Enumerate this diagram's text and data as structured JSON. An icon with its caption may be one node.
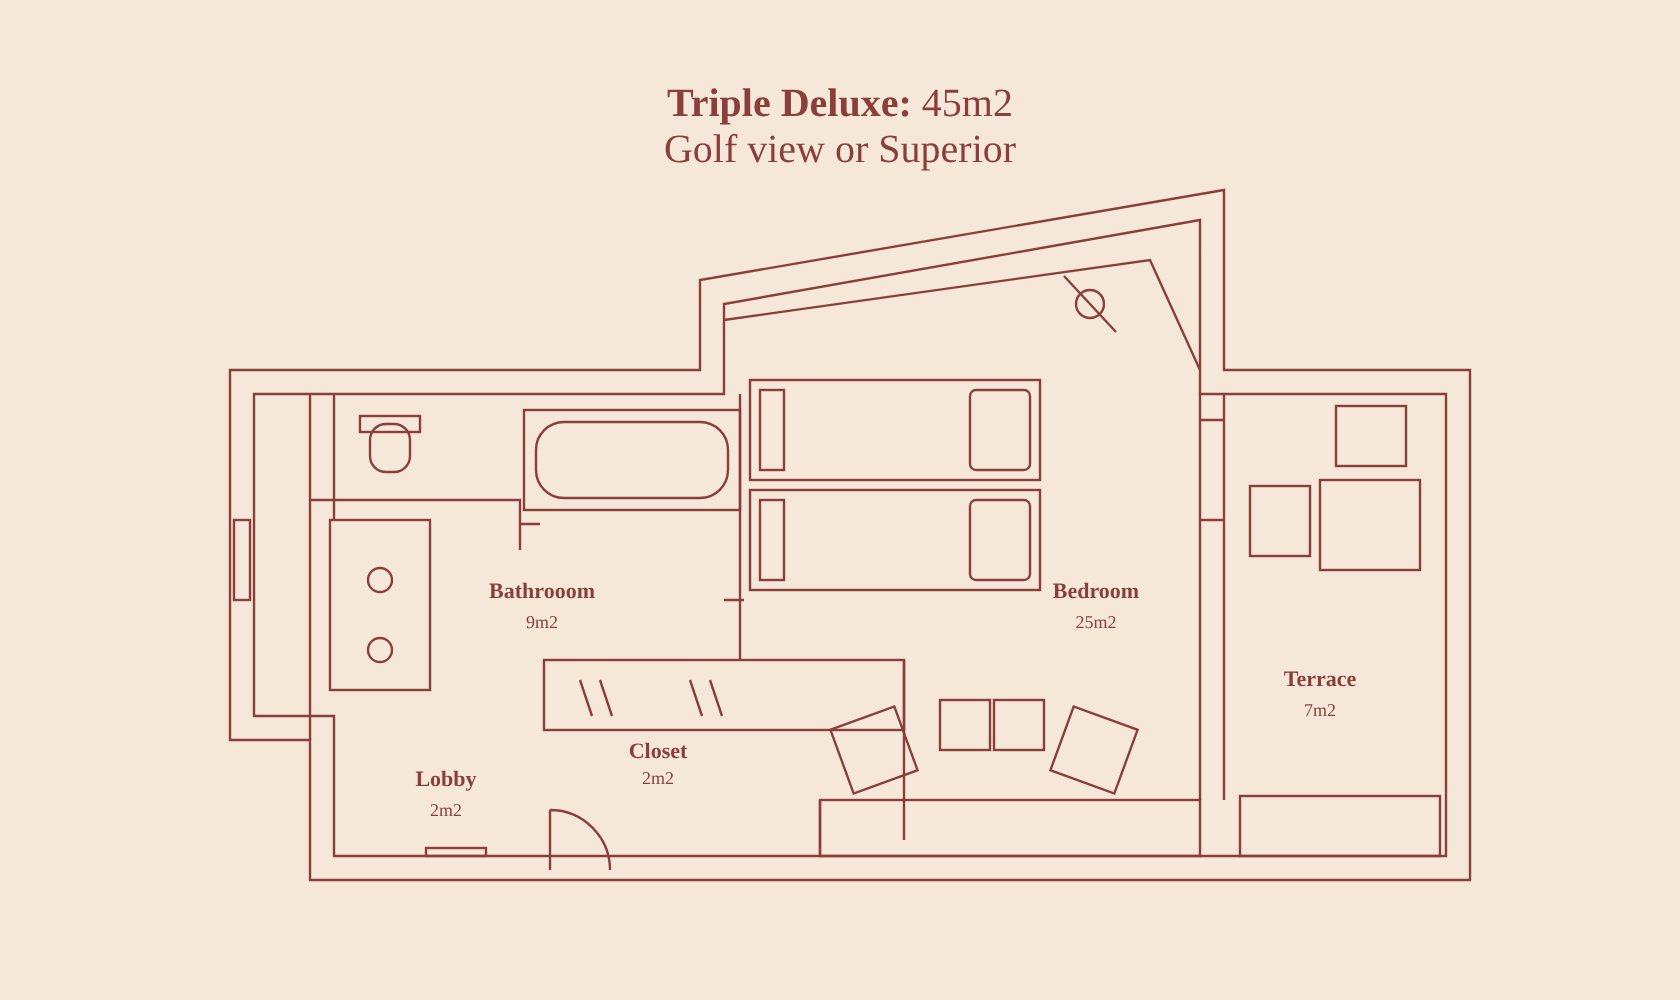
{
  "diagram": {
    "title": "**Triple Deluxe:** 45m2",
    "labels": [
      "Golf view or Superior",
      "Bathrooom",
      "9m2",
      "Bedroom",
      "25m2",
      "Terrace",
      "7m2",
      "Closet",
      "2m2",
      "Lobby",
      "2m2"
    ]
  }
}
